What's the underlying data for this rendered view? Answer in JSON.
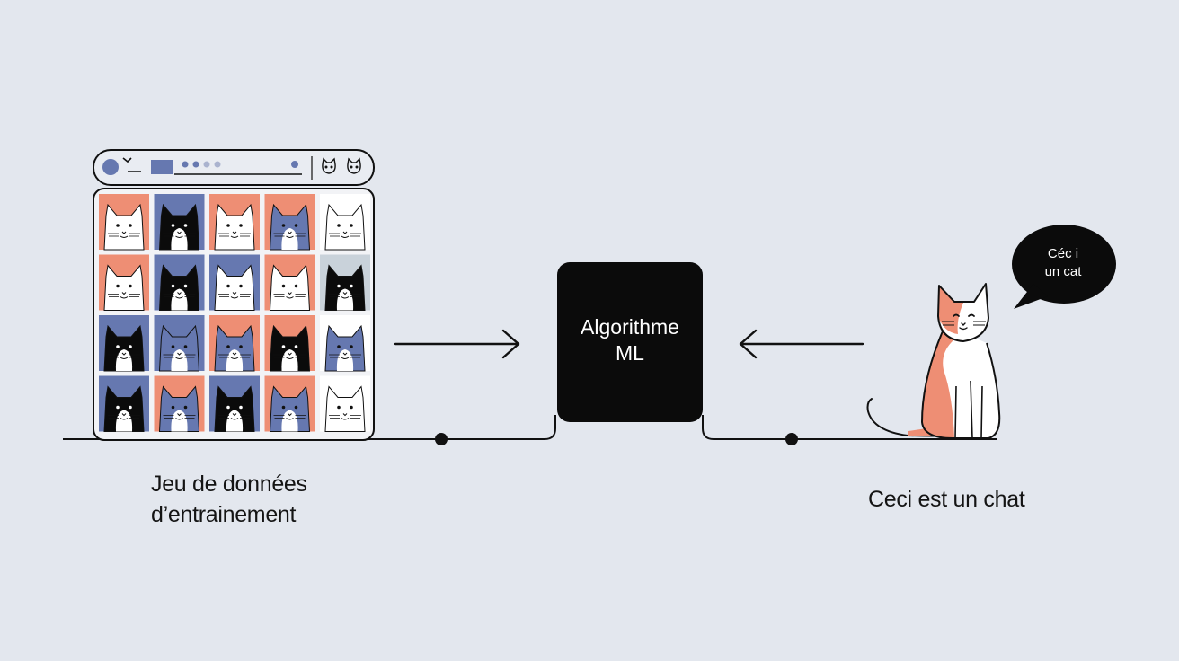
{
  "dataset_label": {
    "line1": "Jeu de données",
    "line2": "d’entrainement"
  },
  "algorithm": {
    "line1": "Algorithme",
    "line2": "ML"
  },
  "result_label": "Ceci est un chat",
  "speech_bubble": {
    "line1": "Céc i",
    "line2": "un cat"
  },
  "colors": {
    "background": "#e3e7ee",
    "orange": "#ee8e74",
    "blue": "#6678b0",
    "black": "#0b0b0b",
    "white": "#ffffff"
  },
  "grid": {
    "rows": [
      [
        {
          "bg": "orange",
          "face": "white"
        },
        {
          "bg": "blue",
          "face": "black"
        },
        {
          "bg": "orange",
          "face": "white"
        },
        {
          "bg": "orange",
          "face": "blue"
        },
        {
          "bg": "white",
          "face": "white"
        }
      ],
      [
        {
          "bg": "orange",
          "face": "white"
        },
        {
          "bg": "blue",
          "face": "black"
        },
        {
          "bg": "blue",
          "face": "white"
        },
        {
          "bg": "orange",
          "face": "white"
        },
        {
          "bg": "gray",
          "face": "black"
        }
      ],
      [
        {
          "bg": "blue",
          "face": "black"
        },
        {
          "bg": "blue",
          "face": "blue"
        },
        {
          "bg": "orange",
          "face": "blue"
        },
        {
          "bg": "orange",
          "face": "black"
        },
        {
          "bg": "white",
          "face": "blue"
        }
      ],
      [
        {
          "bg": "blue",
          "face": "black"
        },
        {
          "bg": "orange",
          "face": "blue"
        },
        {
          "bg": "blue",
          "face": "black"
        },
        {
          "bg": "orange",
          "face": "blue"
        },
        {
          "bg": "white",
          "face": "white"
        }
      ]
    ]
  }
}
